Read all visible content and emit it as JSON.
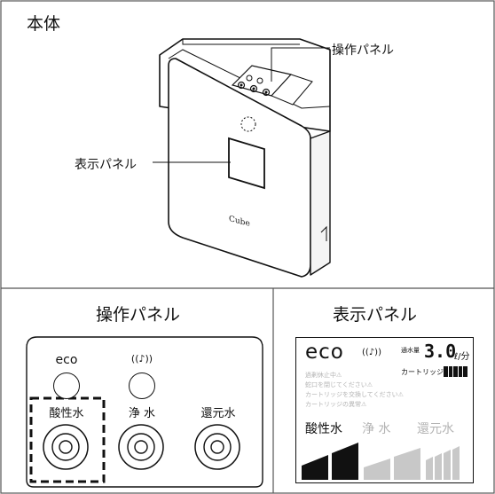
{
  "body_section": {
    "title": "本体",
    "callout_operation_panel": "操作パネル",
    "callout_display_panel": "表示パネル",
    "device_logo": "Cube"
  },
  "operation_panel": {
    "title": "操作パネル",
    "buttons": [
      {
        "label": "eco"
      },
      {
        "label": "((♪))"
      },
      {
        "label": "酸性水"
      },
      {
        "label": "浄 水"
      },
      {
        "label": "還元水"
      }
    ]
  },
  "display_panel": {
    "title": "表示パネル",
    "eco_text": "eco",
    "sound_icon_text": "((♪))",
    "flow_label": "通水量",
    "flow_value": "3.0",
    "flow_unit": "ℓ/分",
    "cartridge_label": "カートリッジ",
    "warnings": [
      "過剰休止中⚠",
      "蛇口を閉じてください⚠",
      "カートリッジを交換してください⚠",
      "カートリッジの異常⚠"
    ],
    "modes": [
      "酸性水",
      "浄 水",
      "還元水"
    ]
  },
  "colors": {
    "border": "#555555",
    "lcd_gray": "#b3b3b3",
    "dark": "#1a1a1a"
  }
}
